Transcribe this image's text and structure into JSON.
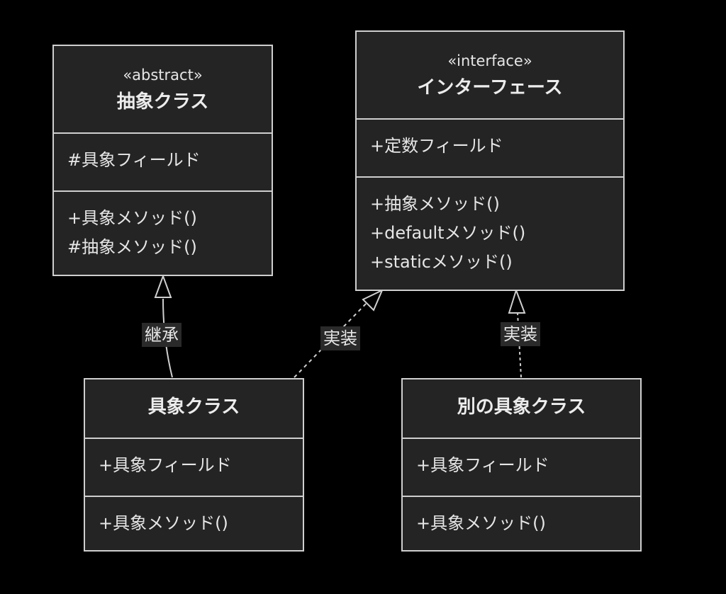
{
  "colors": {
    "background": "#000000",
    "box_fill": "#242424",
    "box_stroke": "#cfcfcf",
    "text": "#e6e6e6",
    "label_bg": "#2a2a2a"
  },
  "classes": {
    "abstract": {
      "stereotype": "«abstract»",
      "name": "抽象クラス",
      "fields": [
        "#具象フィールド"
      ],
      "methods": [
        "+具象メソッド()",
        "#抽象メソッド()"
      ]
    },
    "interface": {
      "stereotype": "«interface»",
      "name": "インターフェース",
      "fields": [
        "+定数フィールド"
      ],
      "methods": [
        "+抽象メソッド()",
        "+defaultメソッド()",
        "+staticメソッド()"
      ]
    },
    "concrete": {
      "name": "具象クラス",
      "fields": [
        "+具象フィールド"
      ],
      "methods": [
        "+具象メソッド()"
      ]
    },
    "other_concrete": {
      "name": "別の具象クラス",
      "fields": [
        "+具象フィールド"
      ],
      "methods": [
        "+具象メソッド()"
      ]
    }
  },
  "relations": [
    {
      "from": "具象クラス",
      "to": "抽象クラス",
      "kind": "inheritance",
      "label": "継承"
    },
    {
      "from": "具象クラス",
      "to": "インターフェース",
      "kind": "realization",
      "label": "実装"
    },
    {
      "from": "別の具象クラス",
      "to": "インターフェース",
      "kind": "realization",
      "label": "実装"
    }
  ]
}
